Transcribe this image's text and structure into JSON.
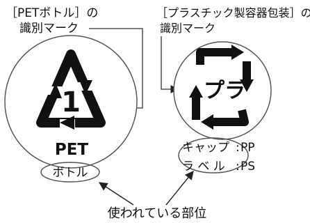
{
  "left_caption": {
    "line1": "［PETボトル］の",
    "line2": "識別マーク"
  },
  "right_caption": {
    "line1": "［プラスチック製容器包装］の",
    "line2": "識別マーク"
  },
  "pet_mark": {
    "number": "1",
    "code": "PET",
    "part": "ボトル"
  },
  "pla_mark": {
    "symbol_text": "プラ",
    "part_rows": [
      {
        "part": "キャップ",
        "material": "PP"
      },
      {
        "part": "ラ ベ ル",
        "material": "PS"
      }
    ]
  },
  "bottom_caption": "使われている部位",
  "colors": {
    "ink": "#111111",
    "line": "#333333",
    "paper": "#ffffff"
  }
}
